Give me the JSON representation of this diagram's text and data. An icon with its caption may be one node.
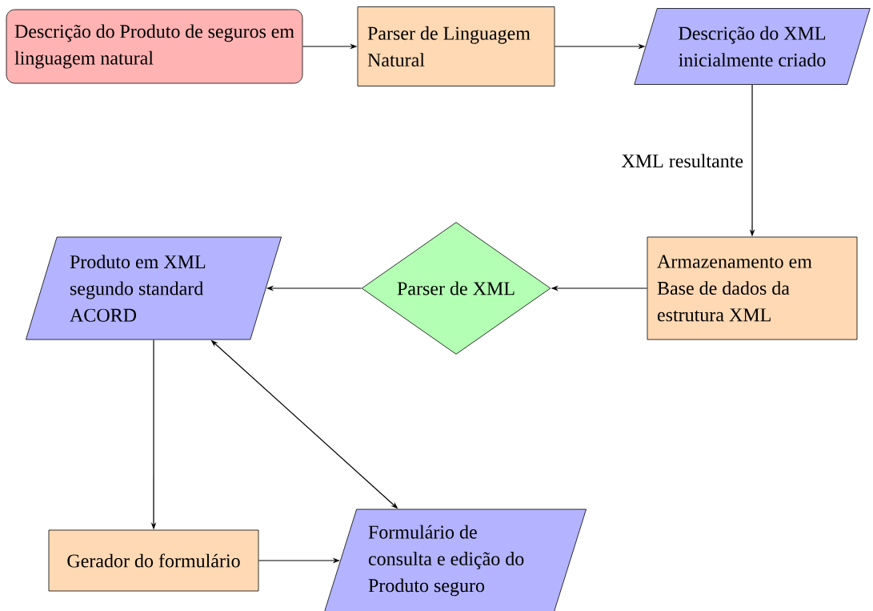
{
  "diagram": {
    "nodes": [
      {
        "text": [
          "Descrição do Produto de seguros em linguagem natural"
        ]
      },
      {
        "text": [
          "Parser de Linguagem Natural"
        ]
      },
      {
        "text": [
          "Descrição do XML inicialmente criado"
        ]
      },
      {
        "text": [
          "Armazenamento em Base de dados da estrutura XML"
        ]
      },
      {
        "text": [
          "Parser de XML"
        ]
      },
      {
        "text": [
          "Produto em XML segundo standard ACORD"
        ]
      },
      {
        "text": [
          "Gerador do formulário"
        ]
      },
      {
        "text": [
          "Formulário de consulta e edição do Produto seguro"
        ]
      }
    ],
    "edges": [
      {
        "from": 0,
        "to": 1,
        "arrow": "to"
      },
      {
        "from": 1,
        "to": 2,
        "arrow": "to"
      },
      {
        "from": 2,
        "to": 3,
        "arrow": "to",
        "label": "XML resultante"
      },
      {
        "from": 3,
        "to": 4,
        "arrow": "to"
      },
      {
        "from": 4,
        "to": 5,
        "arrow": "to"
      },
      {
        "from": 5,
        "to": 6,
        "arrow": "to"
      },
      {
        "from": 5,
        "to": 7,
        "arrow": "both"
      },
      {
        "from": 6,
        "to": 7,
        "arrow": "to"
      }
    ]
  }
}
